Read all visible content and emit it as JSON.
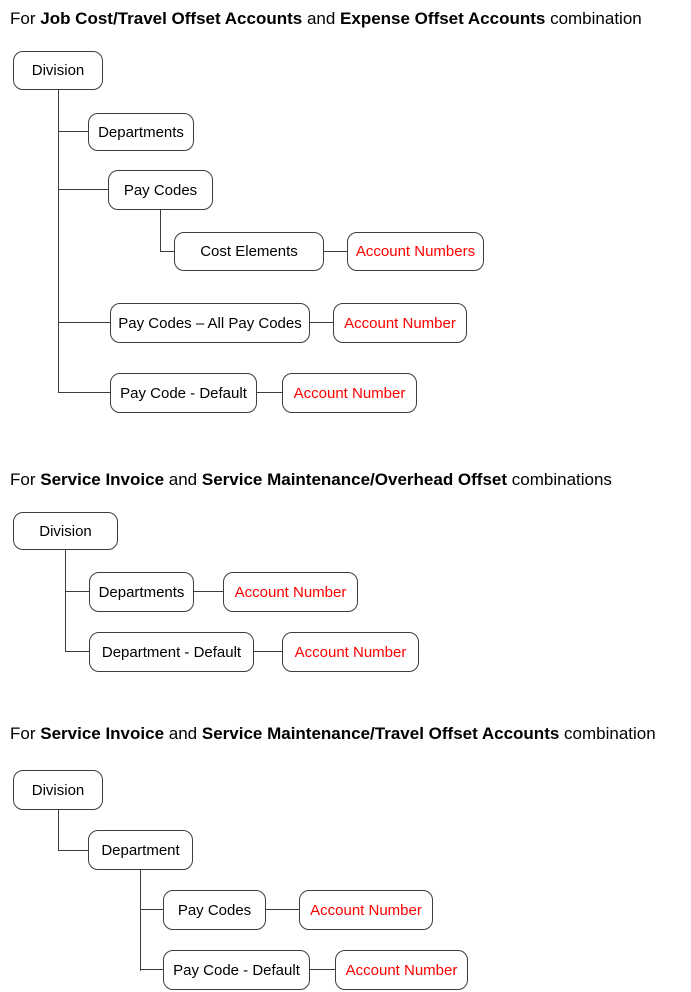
{
  "colors": {
    "background": "#ffffff",
    "box_border": "#3d3d3d",
    "connector": "#3d3d3d",
    "label_text": "#000000",
    "account_text": "#ff0000"
  },
  "sections": [
    {
      "heading": {
        "parts": [
          {
            "text": "For ",
            "bold": false
          },
          {
            "text": "Job Cost/Travel Offset Accounts",
            "bold": true
          },
          {
            "text": " and ",
            "bold": false
          },
          {
            "text": "Expense Offset Accounts",
            "bold": true
          },
          {
            "text": " combination",
            "bold": false
          }
        ]
      },
      "nodes": [
        {
          "label": "Division",
          "style": "black"
        },
        {
          "label": "Departments",
          "style": "black"
        },
        {
          "label": "Pay Codes",
          "style": "black"
        },
        {
          "label": "Cost Elements",
          "style": "black"
        },
        {
          "label": "Account Numbers",
          "style": "red"
        },
        {
          "label": "Pay Codes – All Pay Codes",
          "style": "black"
        },
        {
          "label": "Account Number",
          "style": "red"
        },
        {
          "label": "Pay Code - Default",
          "style": "black"
        },
        {
          "label": "Account Number",
          "style": "red"
        }
      ]
    },
    {
      "heading": {
        "parts": [
          {
            "text": "For ",
            "bold": false
          },
          {
            "text": "Service Invoice",
            "bold": true
          },
          {
            "text": " and ",
            "bold": false
          },
          {
            "text": "Service Maintenance/Overhead Offset",
            "bold": true
          },
          {
            "text": " combinations",
            "bold": false
          }
        ]
      },
      "nodes": [
        {
          "label": "Division",
          "style": "black"
        },
        {
          "label": "Departments",
          "style": "black"
        },
        {
          "label": "Account Number",
          "style": "red"
        },
        {
          "label": "Department - Default",
          "style": "black"
        },
        {
          "label": "Account Number",
          "style": "red"
        }
      ]
    },
    {
      "heading": {
        "parts": [
          {
            "text": "For ",
            "bold": false
          },
          {
            "text": "Service Invoice",
            "bold": true
          },
          {
            "text": " and ",
            "bold": false
          },
          {
            "text": "Service Maintenance/Travel Offset Accounts",
            "bold": true
          },
          {
            "text": " combination",
            "bold": false
          }
        ]
      },
      "nodes": [
        {
          "label": "Division",
          "style": "black"
        },
        {
          "label": "Department",
          "style": "black"
        },
        {
          "label": "Pay Codes",
          "style": "black"
        },
        {
          "label": "Account Number",
          "style": "red"
        },
        {
          "label": "Pay Code - Default",
          "style": "black"
        },
        {
          "label": "Account Number",
          "style": "red"
        }
      ]
    }
  ]
}
